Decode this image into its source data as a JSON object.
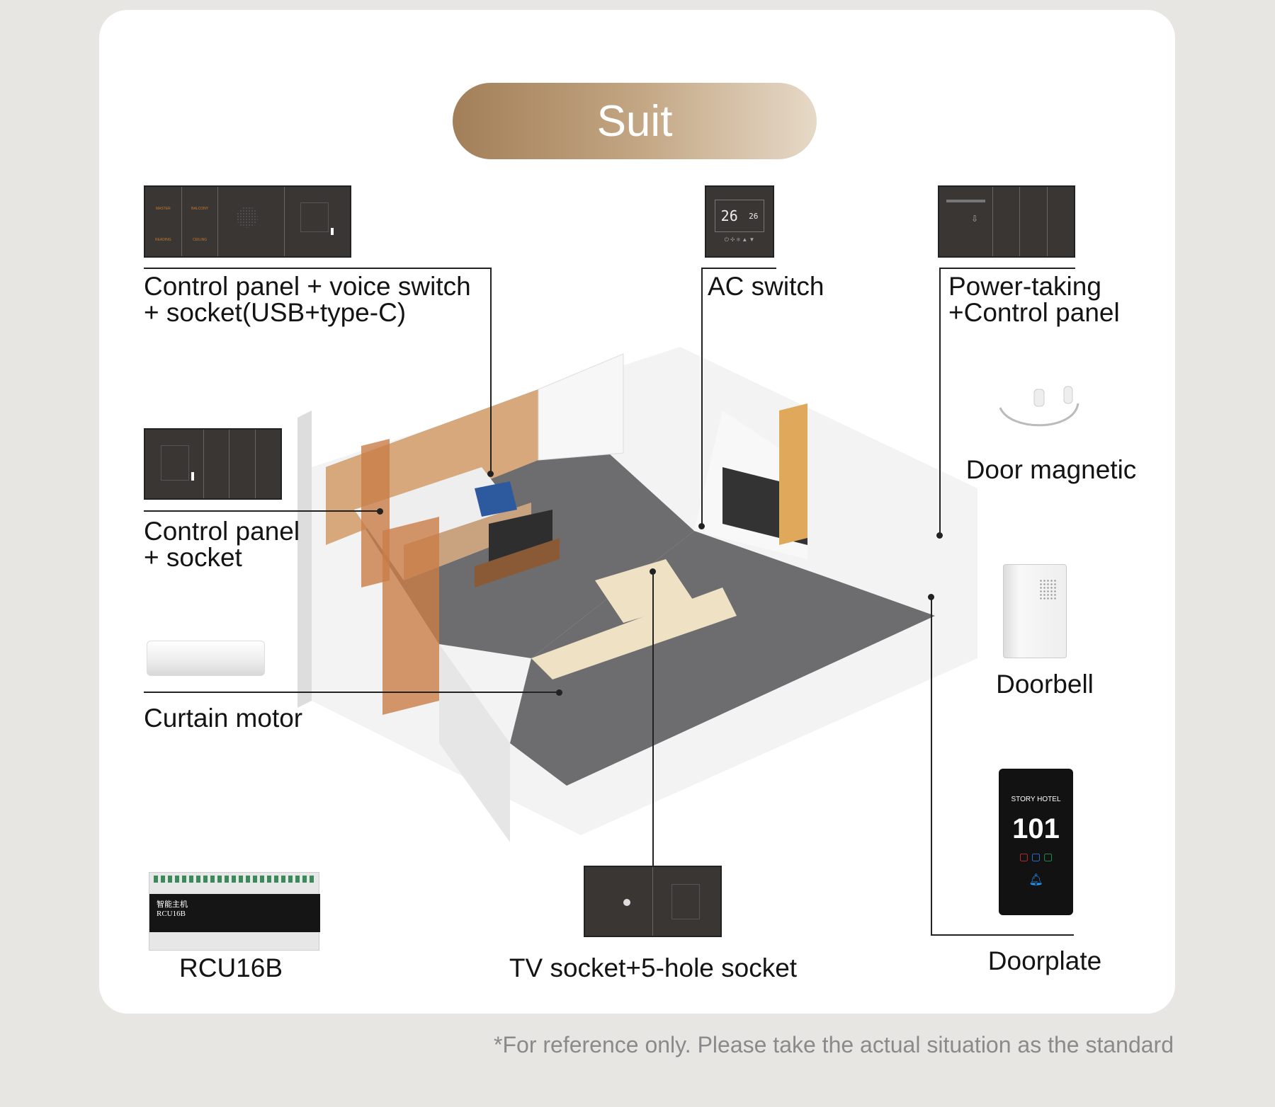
{
  "title": "Suit",
  "labels": {
    "panel_voice": [
      "Control panel + voice switch",
      "+ socket(USB+type-C)"
    ],
    "ac_switch": "AC switch",
    "power_taking": [
      "Power-taking",
      "+Control panel"
    ],
    "door_magnetic": "Door magnetic",
    "panel_socket": [
      "Control panel",
      "+ socket"
    ],
    "doorbell": "Doorbell",
    "curtain_motor": "Curtain motor",
    "doorplate": "Doorplate",
    "rcu": "RCU16B",
    "tv_socket": "TV socket+5-hole socket"
  },
  "ac_display": {
    "set_temp": "26",
    "room_temp": "26"
  },
  "doorplate_device": {
    "hotel": "STORY HOTEL",
    "room": "101"
  },
  "rcu_device": {
    "name": "智能主机",
    "model": "RCU16B"
  },
  "footnote": "*For reference only. Please take the actual situation as the standard",
  "colors": {
    "accent": "#b08d66",
    "panel": "#3a3634",
    "floor": "#6d6d70"
  }
}
